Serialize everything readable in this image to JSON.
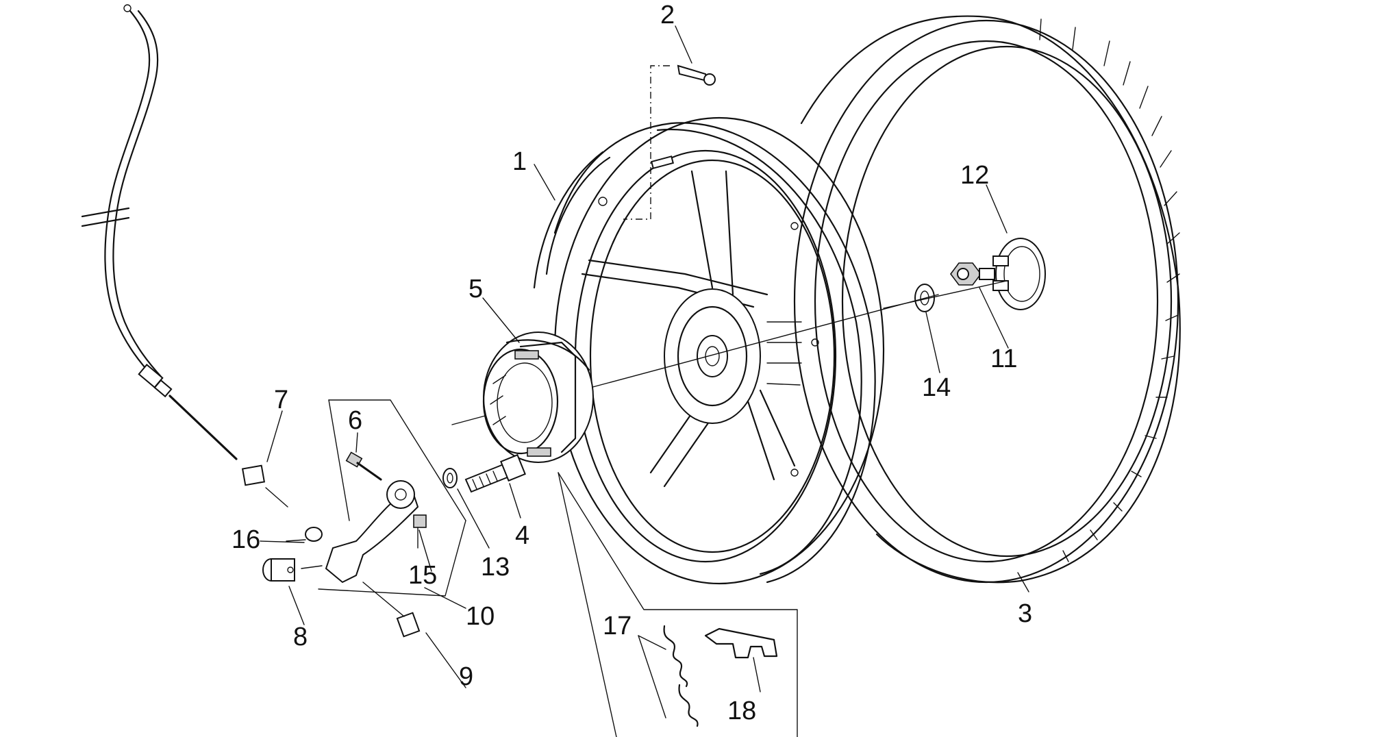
{
  "diagram": {
    "part_labels": [
      "1",
      "2",
      "3",
      "4",
      "5",
      "6",
      "7",
      "8",
      "9",
      "10",
      "11",
      "12",
      "13",
      "14",
      "15",
      "16",
      "17",
      "18"
    ]
  }
}
